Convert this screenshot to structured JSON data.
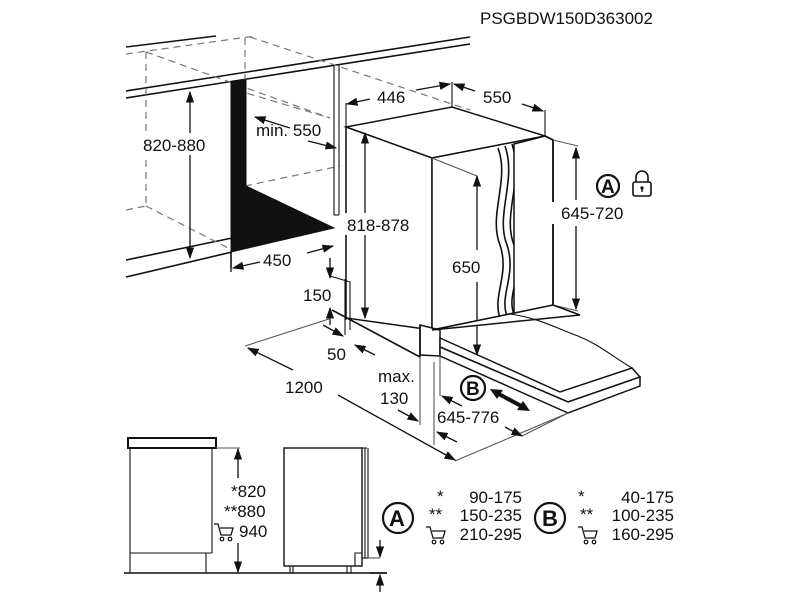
{
  "header": {
    "code": "PSGBDW150D363002"
  },
  "installation": {
    "niche_height": "820-880",
    "niche_depth_min": "min. 550",
    "niche_width": "450",
    "appliance_height": "818-878",
    "appliance_width": "446",
    "appliance_depth": "550",
    "door_height": "650",
    "door_panel_height": "645-720",
    "plinth_height": "150",
    "plinth_offset": "50",
    "total_length": "1200",
    "max_label": "max.",
    "max_value": "130",
    "plinth_range": "645-776",
    "badge_a": "A",
    "badge_b": "B",
    "icons": {
      "lock": "lock-icon",
      "cart": "shopping-cart-icon",
      "double_arrow": "double-arrow-icon"
    }
  },
  "side_view": {
    "height_star": "*820",
    "height_double_star": "**880",
    "height_cart": "940"
  },
  "legend": {
    "a": {
      "letter": "A",
      "rows": [
        {
          "marker": "*",
          "value": "90-175"
        },
        {
          "marker": "**",
          "value": "150-235"
        },
        {
          "marker": "cart",
          "value": "210-295"
        }
      ]
    },
    "b": {
      "letter": "B",
      "rows": [
        {
          "marker": "*",
          "value": "40-175"
        },
        {
          "marker": "**",
          "value": "100-235"
        },
        {
          "marker": "cart",
          "value": "160-295"
        }
      ]
    }
  }
}
